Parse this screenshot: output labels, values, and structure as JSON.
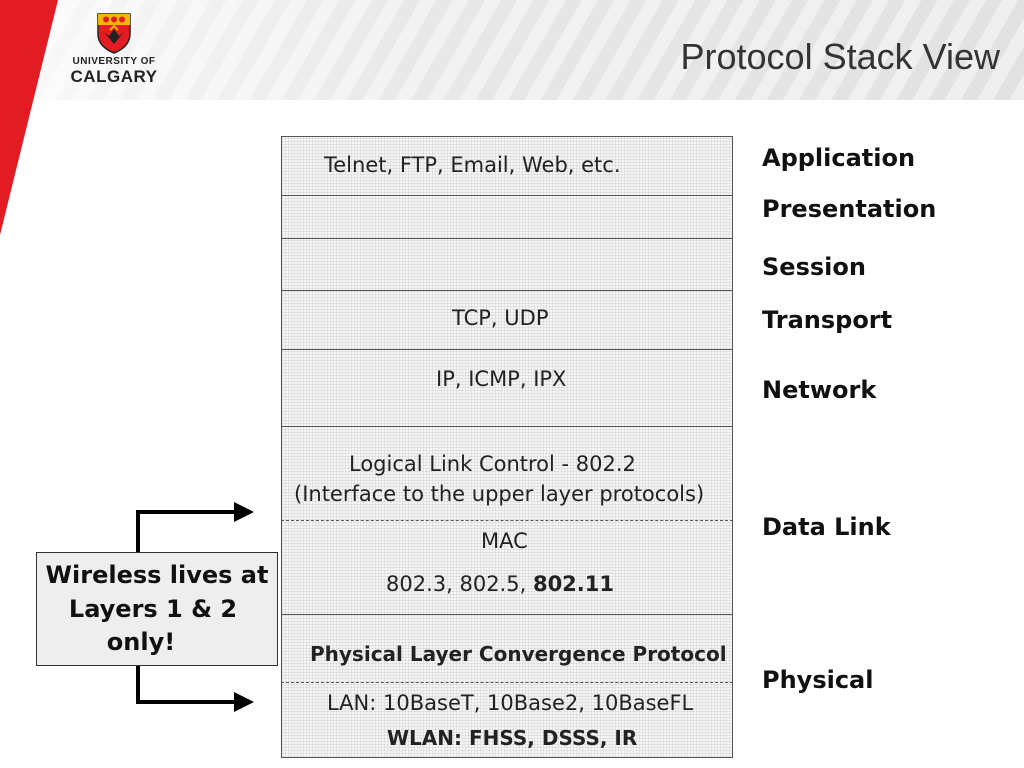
{
  "header": {
    "title": "Protocol Stack View",
    "logo": {
      "line1": "UNIVERSITY OF",
      "line2": "CALGARY"
    }
  },
  "stack": {
    "application_protocols": "Telnet, FTP, Email, Web, etc.",
    "transport_protocols": "TCP, UDP",
    "network_protocols": "IP, ICMP, IPX",
    "llc_line1": "Logical Link Control - 802.2",
    "llc_line2": "(Interface to the upper layer protocols)",
    "mac_label": "MAC",
    "mac_standards": "802.3, 802.5, ",
    "mac_wireless": "802.11",
    "plcp": "Physical Layer Convergence Protocol",
    "lan": "LAN: 10BaseT, 10Base2, 10BaseFL",
    "wlan": "WLAN: FHSS, DSSS, IR"
  },
  "layers": [
    "Application",
    "Presentation",
    "Session",
    "Transport",
    "Network",
    "Data Link",
    "Physical"
  ],
  "callout": {
    "line1": "Wireless lives at",
    "line2": "Layers 1 & 2",
    "line3": "only!"
  },
  "colors": {
    "accent_red": "#e31b23",
    "logo_gold": "#f2b705",
    "border": "#555555"
  }
}
